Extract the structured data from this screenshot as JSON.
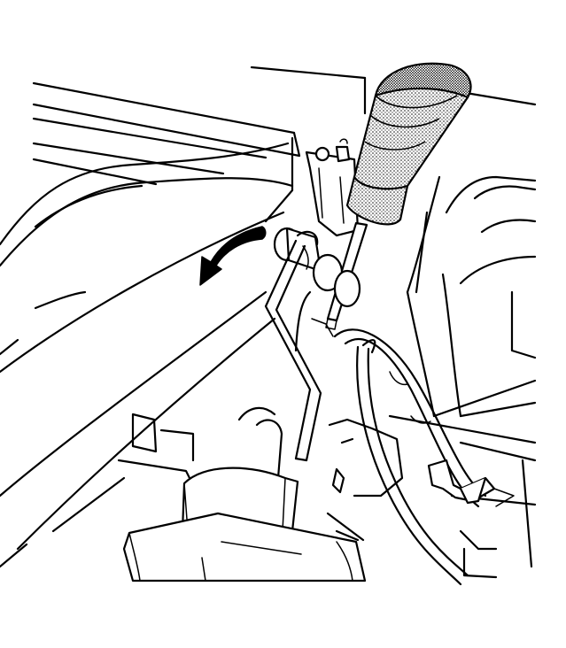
{
  "figure": {
    "background": "#ffffff",
    "line_color": "#000000",
    "shading": "stipple",
    "style": "black-and-white technical line illustration"
  },
  "parts": {
    "tool": {
      "icon": "screwdriver-icon"
    },
    "arrow": {
      "icon": "curved-arrow-icon",
      "direction": "counter-clockwise"
    },
    "clip": {
      "icon": "wire-clip-icon"
    },
    "pivot": {
      "icon": "pivot-bushing-icon"
    },
    "cable": {
      "icon": "cable-icon"
    },
    "retainer": {
      "icon": "cable-retainer-icon"
    },
    "bracket": {
      "icon": "mounting-bracket-icon"
    }
  }
}
